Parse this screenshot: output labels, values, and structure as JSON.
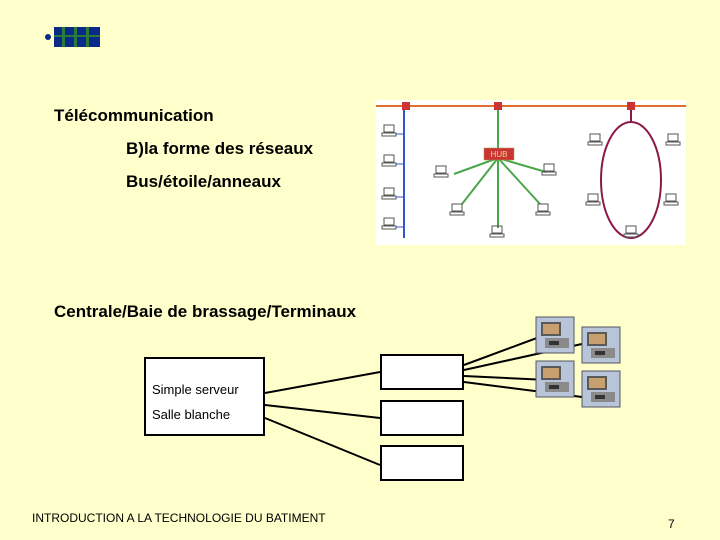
{
  "heading": "Télécommunication",
  "subtitle": "B)la forme des réseaux",
  "topologies": "Bus/étoile/anneaux",
  "section_title": "Centrale/Baie de brassage/Terminaux",
  "network_diagram": {
    "hub_label": "HUB"
  },
  "center_box": {
    "line1": "Simple serveur",
    "line2": "Salle blanche"
  },
  "footer": "INTRODUCTION A LA TECHNOLOGIE DU BATIMENT",
  "page_number": "7",
  "colors": {
    "background": "#ffffcc",
    "bus_line": "#e07030",
    "hub": "#cc3333",
    "ring": "#8b1a4a",
    "star": "#4aa64a",
    "vertical_bus": "#3355cc"
  }
}
